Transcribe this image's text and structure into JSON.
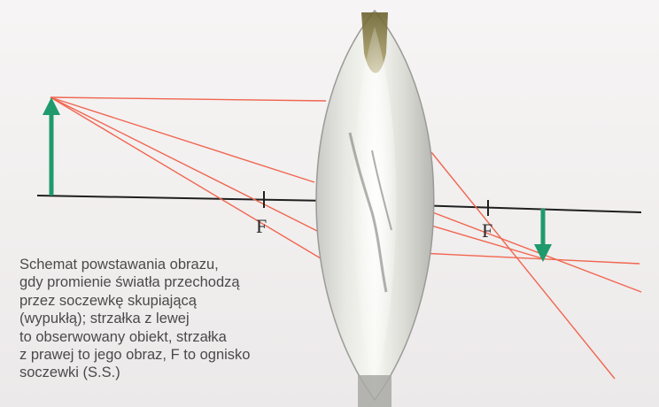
{
  "colors": {
    "background": "#f3f1f1",
    "ray": "#f0664f",
    "arrow": "#1f9a6d",
    "axis": "#1f1f1f",
    "caption_text": "#4a4a4a"
  },
  "diagram": {
    "focus_left_label": "F",
    "focus_right_label": "F"
  },
  "caption": {
    "lines": [
      "Schemat powstawania obrazu,",
      "gdy promienie światła przechodzą",
      "przez soczewkę skupiającą",
      "(wypukłą); strzałka z lewej",
      "to obserwowany obiekt, strzałka",
      "z prawej to jego obraz, F to ognisko",
      "soczewki (S.S.)"
    ]
  }
}
